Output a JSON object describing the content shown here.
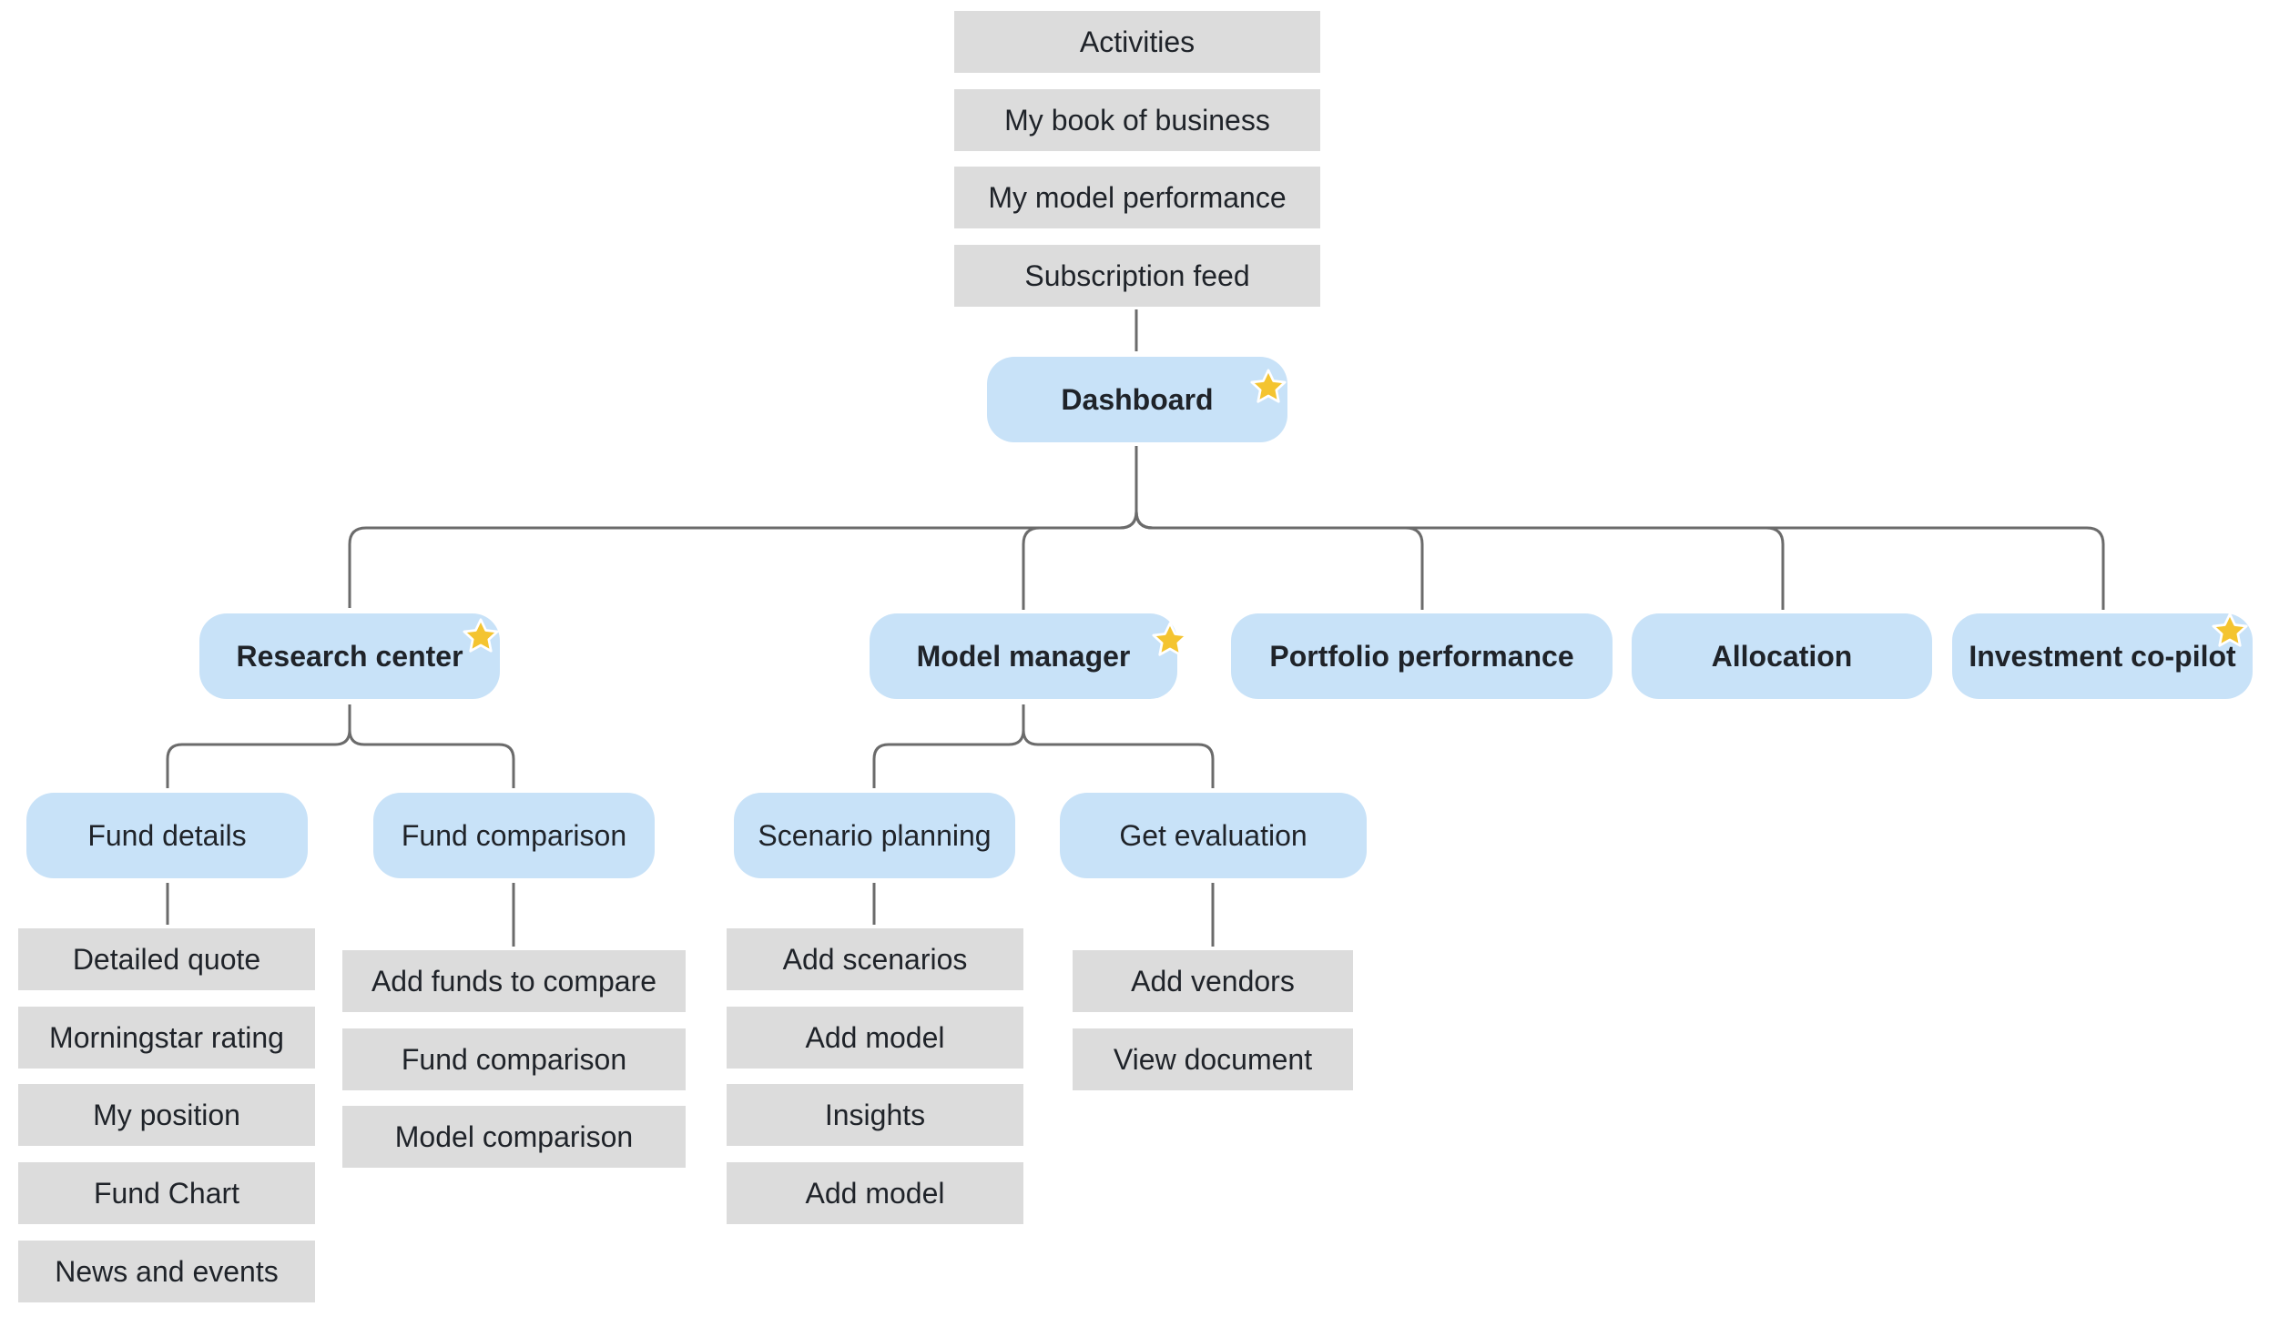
{
  "dashboard_top_items": [
    "Activities",
    "My book of business",
    "My model performance",
    "Subscription feed"
  ],
  "dashboard": {
    "label": "Dashboard",
    "starred": true
  },
  "sections": [
    {
      "label": "Research center",
      "starred": true
    },
    {
      "label": "Model manager",
      "starred": true
    },
    {
      "label": "Portfolio performance",
      "starred": false
    },
    {
      "label": "Allocation",
      "starred": false
    },
    {
      "label": "Investment co-pilot",
      "starred": true
    }
  ],
  "subsections": [
    {
      "label": "Fund details",
      "items": [
        "Detailed quote",
        "Morningstar rating",
        "My position",
        "Fund Chart",
        "News and events"
      ]
    },
    {
      "label": "Fund comparison",
      "items": [
        "Add funds to compare",
        "Fund comparison",
        "Model comparison"
      ]
    },
    {
      "label": "Scenario planning",
      "items": [
        "Add scenarios",
        "Add model",
        "Insights",
        "Add model"
      ]
    },
    {
      "label": "Get evaluation",
      "items": [
        "Add vendors",
        "View document"
      ]
    }
  ],
  "colors": {
    "page_box": "#dcdcdc",
    "section_pill": "#c8e2f8",
    "connector": "#6b6b6b",
    "star": "#f4c430"
  },
  "icons": {
    "starred_marker": "star-icon"
  }
}
